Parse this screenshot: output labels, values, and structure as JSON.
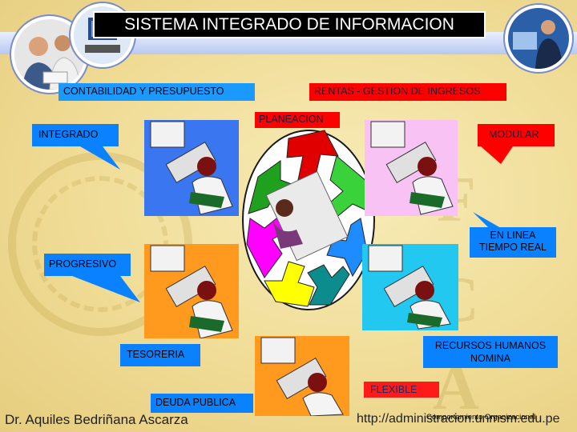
{
  "title": "SISTEMA INTEGRADO DE INFORMACION",
  "labels": {
    "contabilidad": "CONTABILIDAD Y PRESUPUESTO",
    "rentas": "RENTAS - GESTION DE INGRESOS",
    "planeacion": "PLANEACION",
    "integrado": "INTEGRADO",
    "modular": "MODULAR",
    "en_linea_1": "EN LINEA",
    "en_linea_2": "TIEMPO REAL",
    "progresivo": "PROGRESIVO",
    "tesoreria": "TESORERIA",
    "rrhh_1": "RECURSOS HUMANOS",
    "rrhh_2": "NOMINA",
    "flexible": "FLEXIBLE",
    "deuda": "DEUDA PUBLICA"
  },
  "footer": {
    "author": "Dr. Aquiles Bedriñana Ascarza",
    "url": "http://administracion.unmsm.edu.pe",
    "course": "Comportamiento Organizacional"
  },
  "watermark": {
    "letters": [
      "F",
      "C",
      "A"
    ]
  },
  "colors": {
    "callout_blue": "#0a82ff",
    "callout_red": "#ff0000",
    "panel_blue": "#3a76f0",
    "panel_pink": "#f9c2f5",
    "panel_orange": "#ff9a1e",
    "panel_cyan": "#22c8f0",
    "arrows": [
      "#e00000",
      "#3ad23a",
      "#1e8cff",
      "#0c8c8c",
      "#ff5ad0",
      "#ffff00",
      "#ff00ff",
      "#1fa01f"
    ]
  }
}
